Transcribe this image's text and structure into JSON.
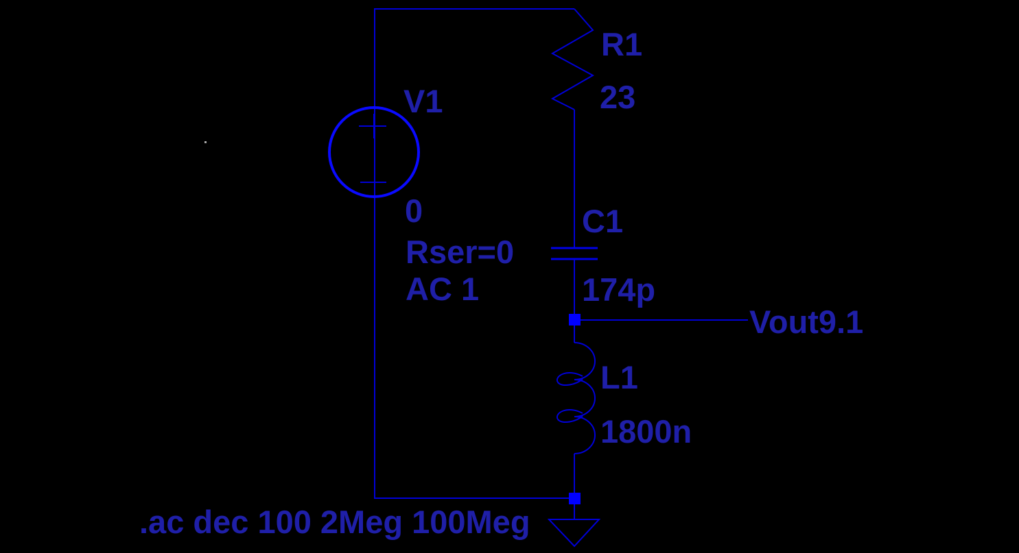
{
  "schematic": {
    "tool": "spice-schematic-editor",
    "colors": {
      "background": "#000000",
      "wire": "#0000d8",
      "component_bright": "#0a0aff",
      "junction": "#0000ff",
      "text": "#1f1fa8"
    },
    "components": {
      "v1": {
        "designator": "V1",
        "value": "0",
        "param_rser": "Rser=0",
        "param_ac": "AC 1",
        "type": "voltage-source"
      },
      "r1": {
        "designator": "R1",
        "value": "23",
        "type": "resistor"
      },
      "c1": {
        "designator": "C1",
        "value": "174p",
        "type": "capacitor"
      },
      "l1": {
        "designator": "L1",
        "value": "1800n",
        "type": "inductor"
      }
    },
    "net_labels": {
      "vout": "Vout9.1"
    },
    "directives": {
      "ac_analysis": ".ac dec 100 2Meg 100Meg"
    }
  }
}
